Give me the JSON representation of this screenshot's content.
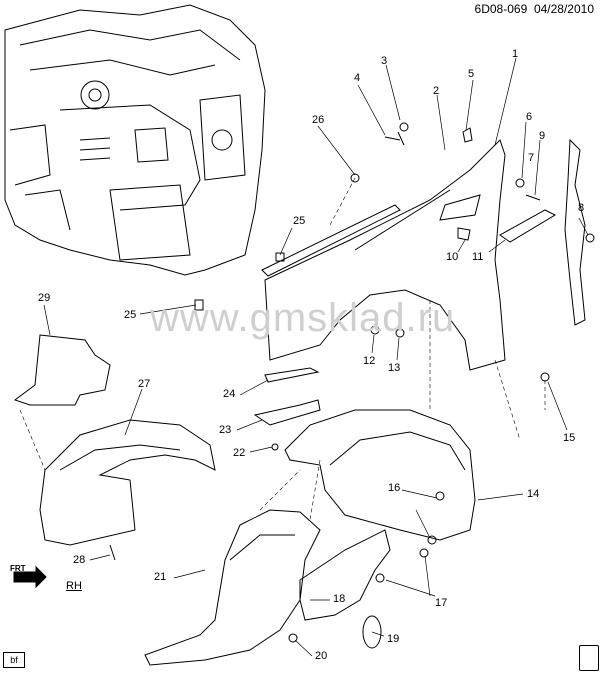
{
  "header": {
    "code": "6D08-069",
    "date": "04/28/2010"
  },
  "watermark": "www.gmsklad.ru",
  "orientation_label": "RH",
  "front_label": "FRT",
  "bottom_left_tag": "bf",
  "callouts": [
    "1",
    "2",
    "3",
    "4",
    "5",
    "6",
    "7",
    "8",
    "9",
    "10",
    "11",
    "12",
    "13",
    "14",
    "15",
    "16",
    "17",
    "18",
    "19",
    "20",
    "21",
    "22",
    "23",
    "24",
    "25",
    "25",
    "26",
    "27",
    "28",
    "29"
  ],
  "icons": {
    "manual": "book-icon",
    "front_arrow": "front-arrow-icon"
  }
}
